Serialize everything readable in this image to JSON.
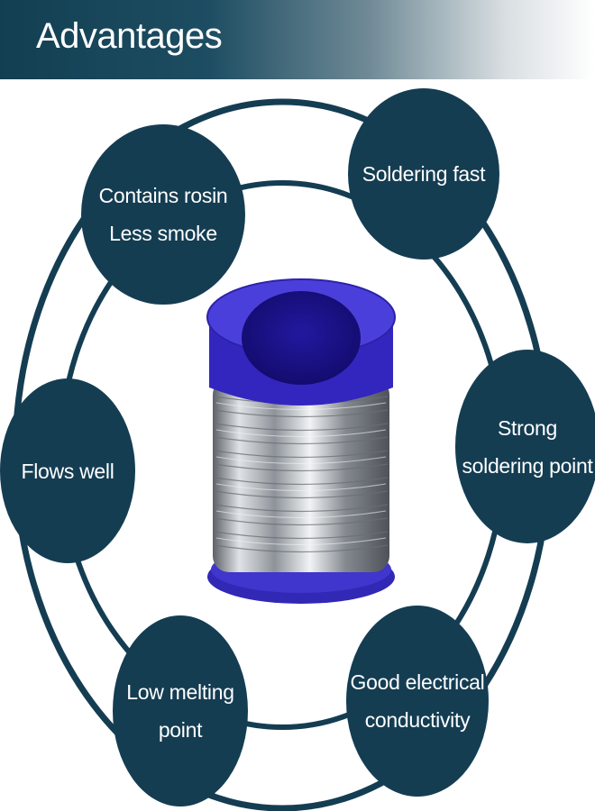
{
  "header": {
    "title": "Advantages"
  },
  "colors": {
    "accent": "#143d52",
    "spool": "#3b2ec0",
    "wire": "#b9bec4"
  },
  "features": [
    {
      "id": "rosin",
      "lines": [
        "Contains rosin",
        "Less smoke"
      ]
    },
    {
      "id": "fast",
      "lines": [
        "Soldering fast"
      ]
    },
    {
      "id": "flows",
      "lines": [
        "Flows well"
      ]
    },
    {
      "id": "strong",
      "lines": [
        "Strong",
        "soldering point"
      ]
    },
    {
      "id": "melting",
      "lines": [
        "Low melting",
        "point"
      ]
    },
    {
      "id": "conductivity",
      "lines": [
        "Good electrical",
        "conductivity"
      ]
    }
  ]
}
